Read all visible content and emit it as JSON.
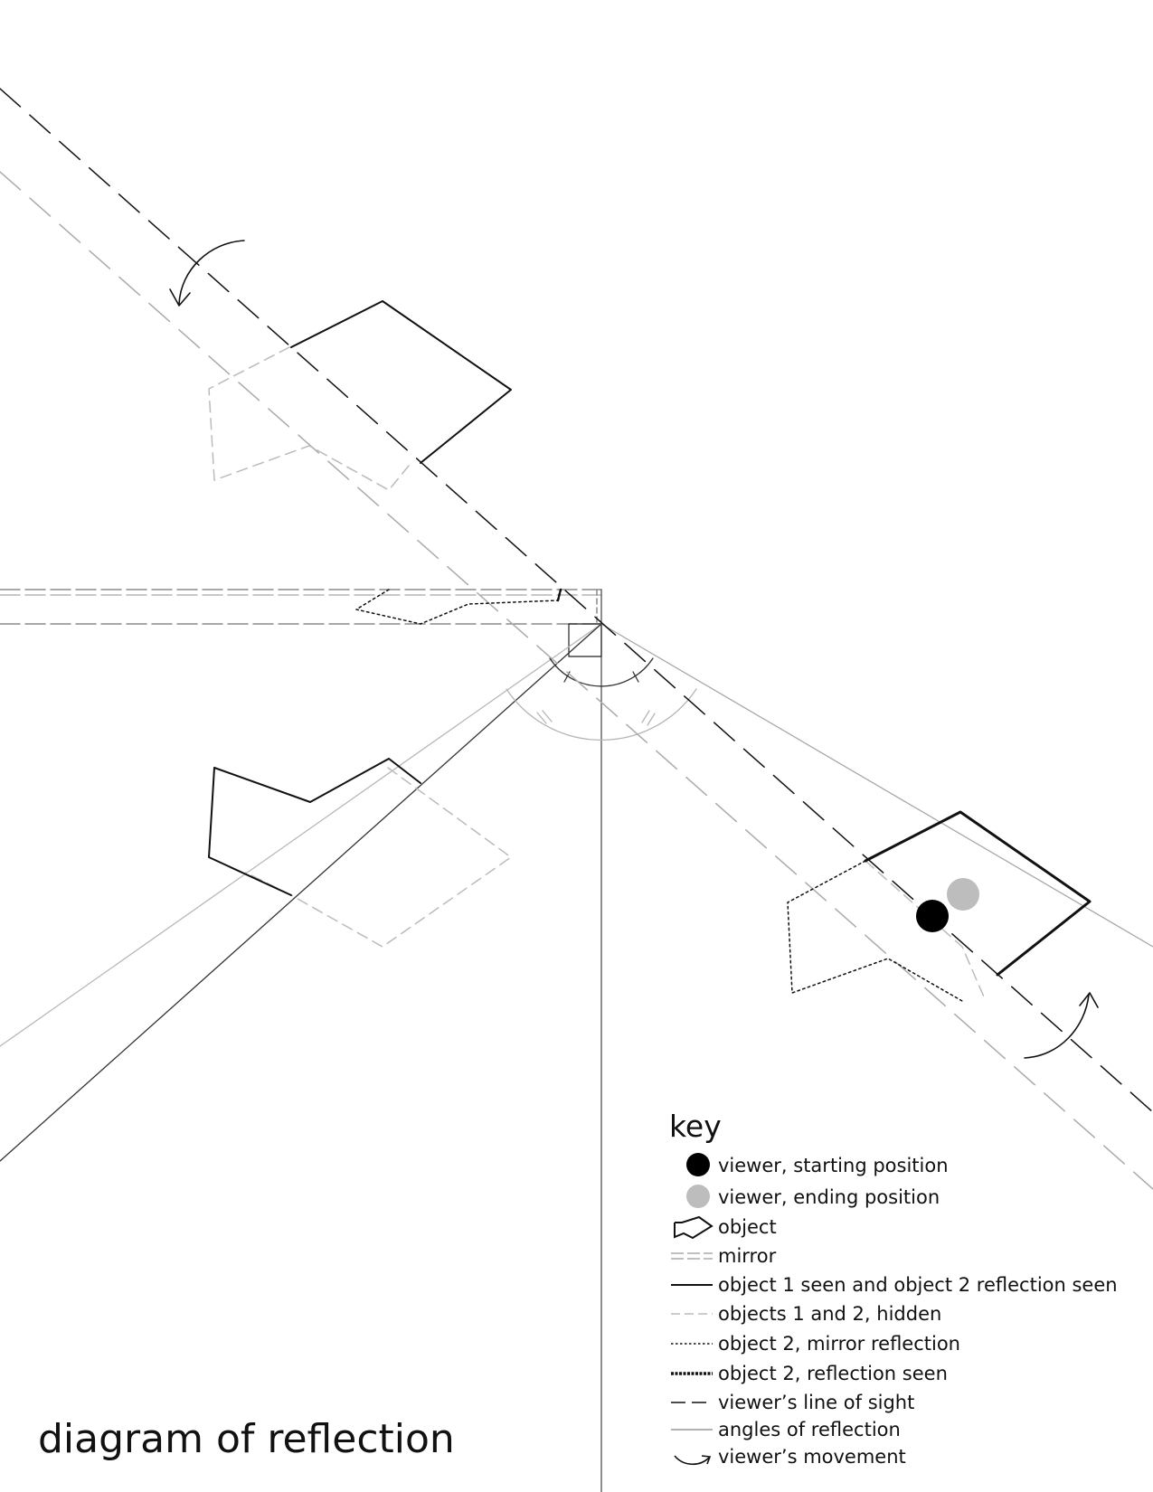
{
  "title": "diagram of reflection",
  "key": {
    "heading": "key",
    "items": [
      {
        "id": "viewer-start",
        "label": "viewer, starting position"
      },
      {
        "id": "viewer-end",
        "label": "viewer, ending position"
      },
      {
        "id": "object",
        "label": "object"
      },
      {
        "id": "mirror",
        "label": "mirror"
      },
      {
        "id": "seen",
        "label": "object 1 seen and object 2 reflection seen"
      },
      {
        "id": "hidden",
        "label": "objects 1 and 2, hidden"
      },
      {
        "id": "mirror-reflection",
        "label": "object 2, mirror reflection"
      },
      {
        "id": "reflection-seen",
        "label": "object 2, reflection seen"
      },
      {
        "id": "line-of-sight",
        "label": "viewer’s line of sight"
      },
      {
        "id": "angles",
        "label": "angles of reflection"
      },
      {
        "id": "movement",
        "label": "viewer’s movement"
      }
    ]
  },
  "colors": {
    "ink": "#111111",
    "light_gray": "#b5b5b5",
    "mid_gray": "#9a9a9a",
    "viewer_start": "#000000",
    "viewer_end": "#bdbdbd"
  }
}
